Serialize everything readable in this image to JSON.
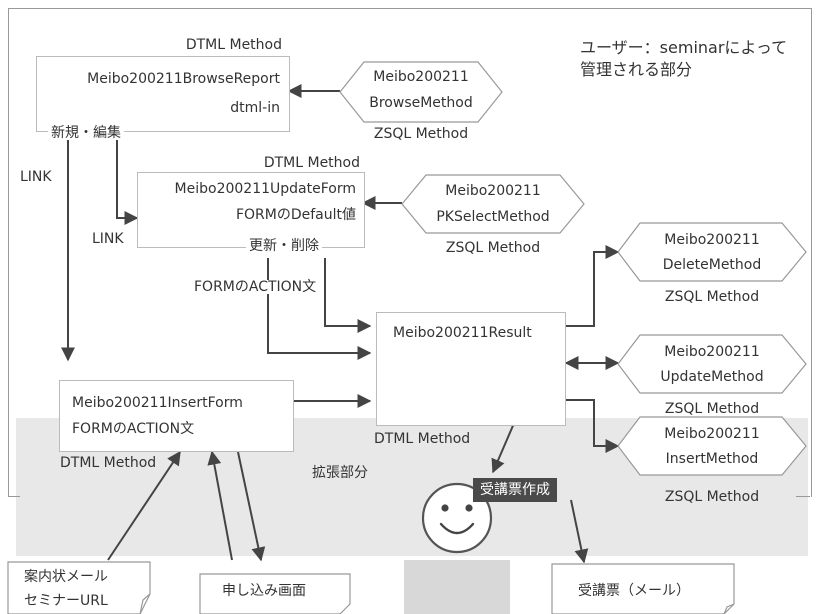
{
  "scope_label": {
    "line1": "ユーザー：seminarによって",
    "line2": "管理される部分"
  },
  "nodes": {
    "browse_report": {
      "type": "DTML Method",
      "name": "Meibo200211BrowseReport",
      "detail": "dtml-in",
      "footer": "新規・編集"
    },
    "update_form": {
      "type": "DTML Method",
      "name": "Meibo200211UpdateForm",
      "detail": "FORMのDefault値",
      "footer": "更新・削除"
    },
    "insert_form": {
      "name": "Meibo200211InsertForm",
      "detail": "FORMのACTION文",
      "type": "DTML Method"
    },
    "result": {
      "name": "Meibo200211Result",
      "type": "DTML Method"
    },
    "browse_method": {
      "line1": "Meibo200211",
      "line2": "BrowseMethod",
      "type": "ZSQL Method"
    },
    "pkselect_method": {
      "line1": "Meibo200211",
      "line2": "PKSelectMethod",
      "type": "ZSQL Method"
    },
    "delete_method": {
      "line1": "Meibo200211",
      "line2": "DeleteMethod",
      "type": "ZSQL Method"
    },
    "update_method": {
      "line1": "Meibo200211",
      "line2": "UpdateMethod",
      "type": "ZSQL Method"
    },
    "insert_method": {
      "line1": "Meibo200211",
      "line2": "InsertMethod",
      "type": "ZSQL Method"
    }
  },
  "edge_labels": {
    "link_outer": "LINK",
    "link_inner": "LINK",
    "form_action": "FORMのACTION文"
  },
  "extension": {
    "label": "拡張部分",
    "ticket_badge": "受講票作成"
  },
  "docs": {
    "mail_line1": "案内状メール",
    "mail_line2": "セミナーURL",
    "application_screen": "申し込み画面",
    "ticket_mail": "受講票（メール）"
  },
  "colors": {
    "line": "#444444",
    "extension_bg": "#e8e8e8",
    "badge": "#4a4a4a",
    "user_fill": "#d8d8d8"
  }
}
